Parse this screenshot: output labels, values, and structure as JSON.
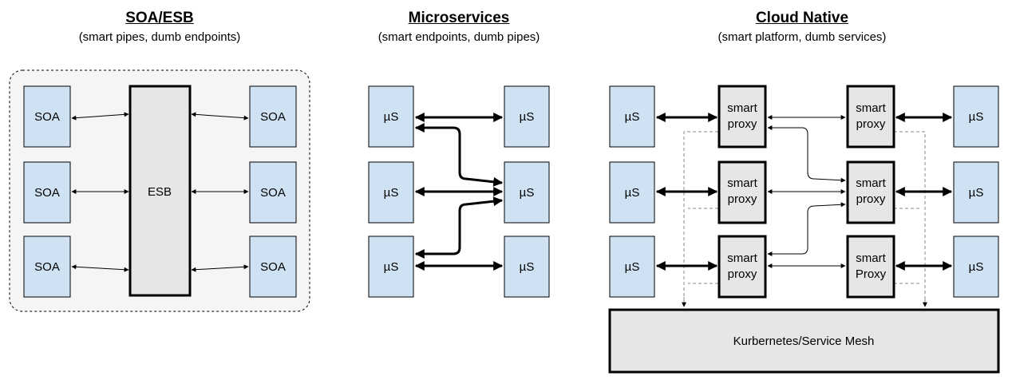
{
  "colors": {
    "node_fill": "#cfe2f3",
    "bus_fill": "#e6e6e6",
    "panel_fill": "#f5f5f5",
    "stroke": "#000000",
    "dashed": "#888888"
  },
  "panels": {
    "soa": {
      "title": "SOA/ESB",
      "subtitle": "(smart pipes, dumb endpoints)",
      "service_label": "SOA",
      "bus_label": "ESB"
    },
    "microservices": {
      "title": "Microservices",
      "subtitle": "(smart endpoints, dumb pipes)",
      "service_label": "µS"
    },
    "cloud": {
      "title": "Cloud Native",
      "subtitle": "(smart platform, dumb services)",
      "service_label": "µS",
      "proxy_line1": "smart",
      "proxy_line2": "proxy",
      "proxy_line2_alt": "Proxy",
      "platform_label": "Kurbernetes/Service Mesh"
    }
  }
}
